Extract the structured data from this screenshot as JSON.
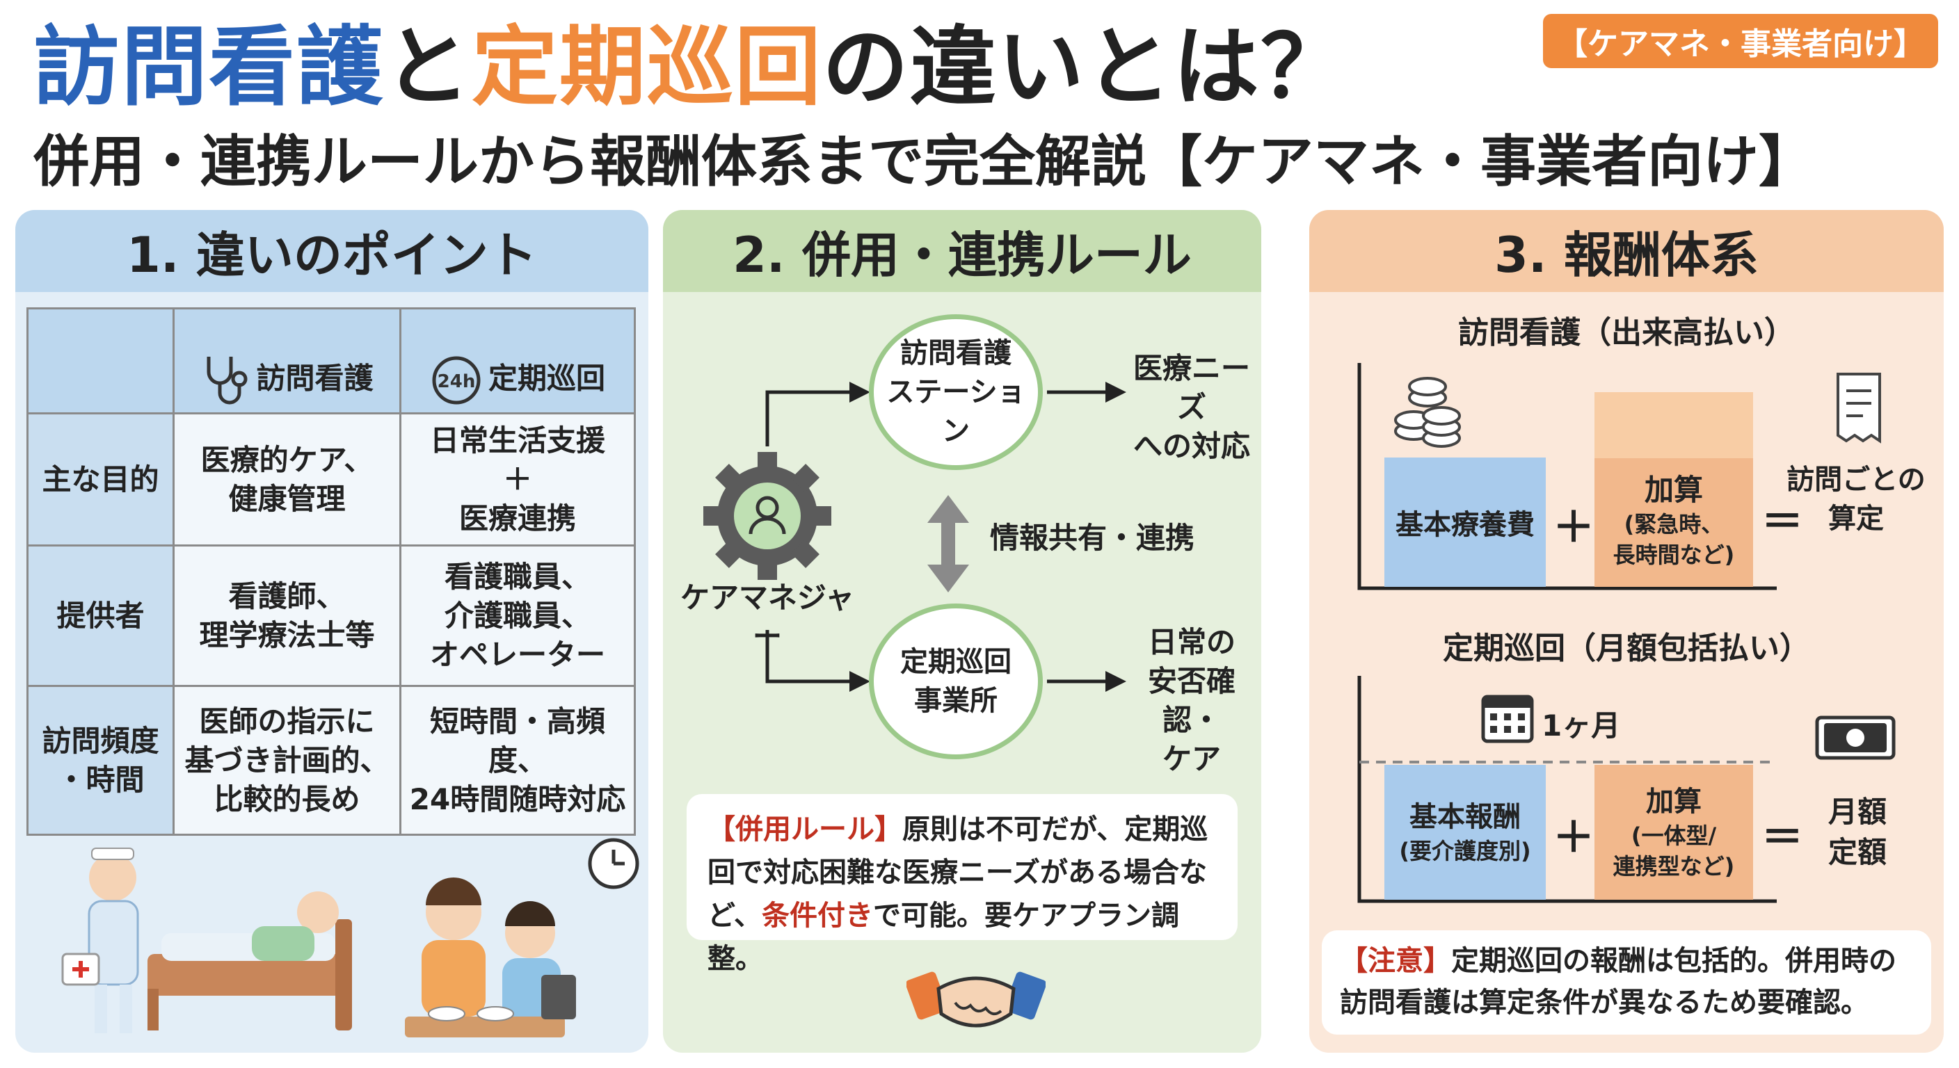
{
  "header": {
    "title_part1": "訪問看護",
    "title_part2": "と",
    "title_part3": "定期巡回",
    "title_part4": "の違いとは？",
    "subtitle": "併用・連携ルールから報酬体系まで完全解説【ケアマネ・事業者向け】",
    "badge": "【ケアマネ・事業者向け】",
    "colors": {
      "blue": "#2a63b8",
      "orange": "#f08a3c"
    }
  },
  "panel1": {
    "title": "1. 違いのポイント",
    "col1": "訪問看護",
    "col2": "定期巡回",
    "col1_icon": "stethoscope-icon",
    "col2_icon": "clock-24h-icon",
    "clock_label": "24h",
    "rows": [
      {
        "label": "主な目的",
        "c1": "医療的ケア、\n健康管理",
        "c2": "日常生活支援\n＋\n医療連携"
      },
      {
        "label": "提供者",
        "c1": "看護師、\n理学療法士等",
        "c2": "看護職員、\n介護職員、\nオペレーター"
      },
      {
        "label": "訪問頻度\n・時間",
        "c1": "医師の指示に\n基づき計画的、\n比較的長め",
        "c2": "短時間・高頻度、\n24時間随時対応"
      }
    ]
  },
  "panel2": {
    "title": "2. 併用・連携ルール",
    "manager_label": "ケアマネジャー",
    "station": "訪問看護\nステーション",
    "office": "定期巡回\n事業所",
    "out1": "医療ニーズ\nへの対応",
    "out2": "日常の\n安否確認・\nケア",
    "share": "情報共有・連携",
    "rule_tag": "【併用ルール】",
    "rule_text1": "原則は不可だが、定期巡回で対応困難な医療ニーズがある場合など、",
    "rule_red": "条件付き",
    "rule_text2": "で可能。要ケアプラン調整。"
  },
  "panel3": {
    "title": "3. 報酬体系",
    "sec1_title": "訪問看護（出来高払い）",
    "sec1_base": "基本療養費",
    "sec1_add_title": "加算",
    "sec1_add_sub": "(緊急時、\n長時間など)",
    "sec1_result": "訪問ごとの\n算定",
    "sec2_title": "定期巡回（月額包括払い）",
    "sec2_period": "1ヶ月",
    "sec2_base_title": "基本報酬",
    "sec2_base_sub": "(要介護度別)",
    "sec2_add_title": "加算",
    "sec2_add_sub": "(一体型/\n連携型など)",
    "sec2_result": "月額\n定額",
    "plus": "＋",
    "equals": "＝",
    "note_tag": "【注意】",
    "note_text": "定期巡回の報酬は包括的。併用時の訪問看護は算定条件が異なるため要確認。"
  }
}
